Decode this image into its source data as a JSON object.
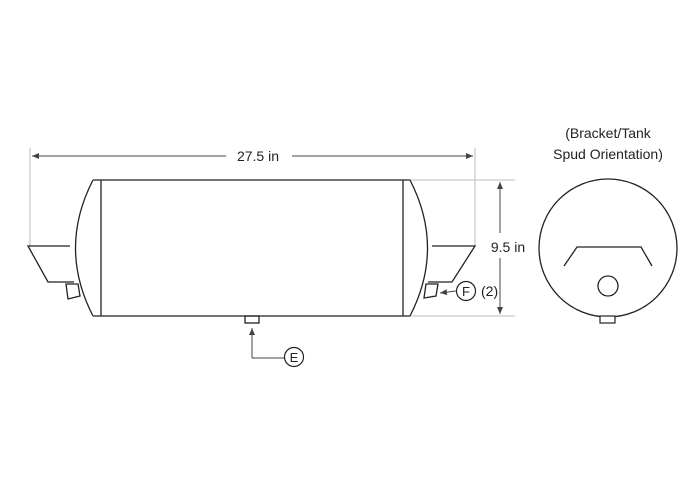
{
  "dimensions": {
    "length": "27.5 in",
    "diameter": "9.5 in"
  },
  "callouts": {
    "e_letter": "E",
    "f_letter": "F",
    "f_count": "(2)"
  },
  "end_view": {
    "caption_line1": "(Bracket/Tank",
    "caption_line2": "Spud Orientation)"
  },
  "colors": {
    "line": "#222222",
    "dimension_line": "#444444",
    "extension_line": "#bbbbbb",
    "background": "#ffffff"
  }
}
